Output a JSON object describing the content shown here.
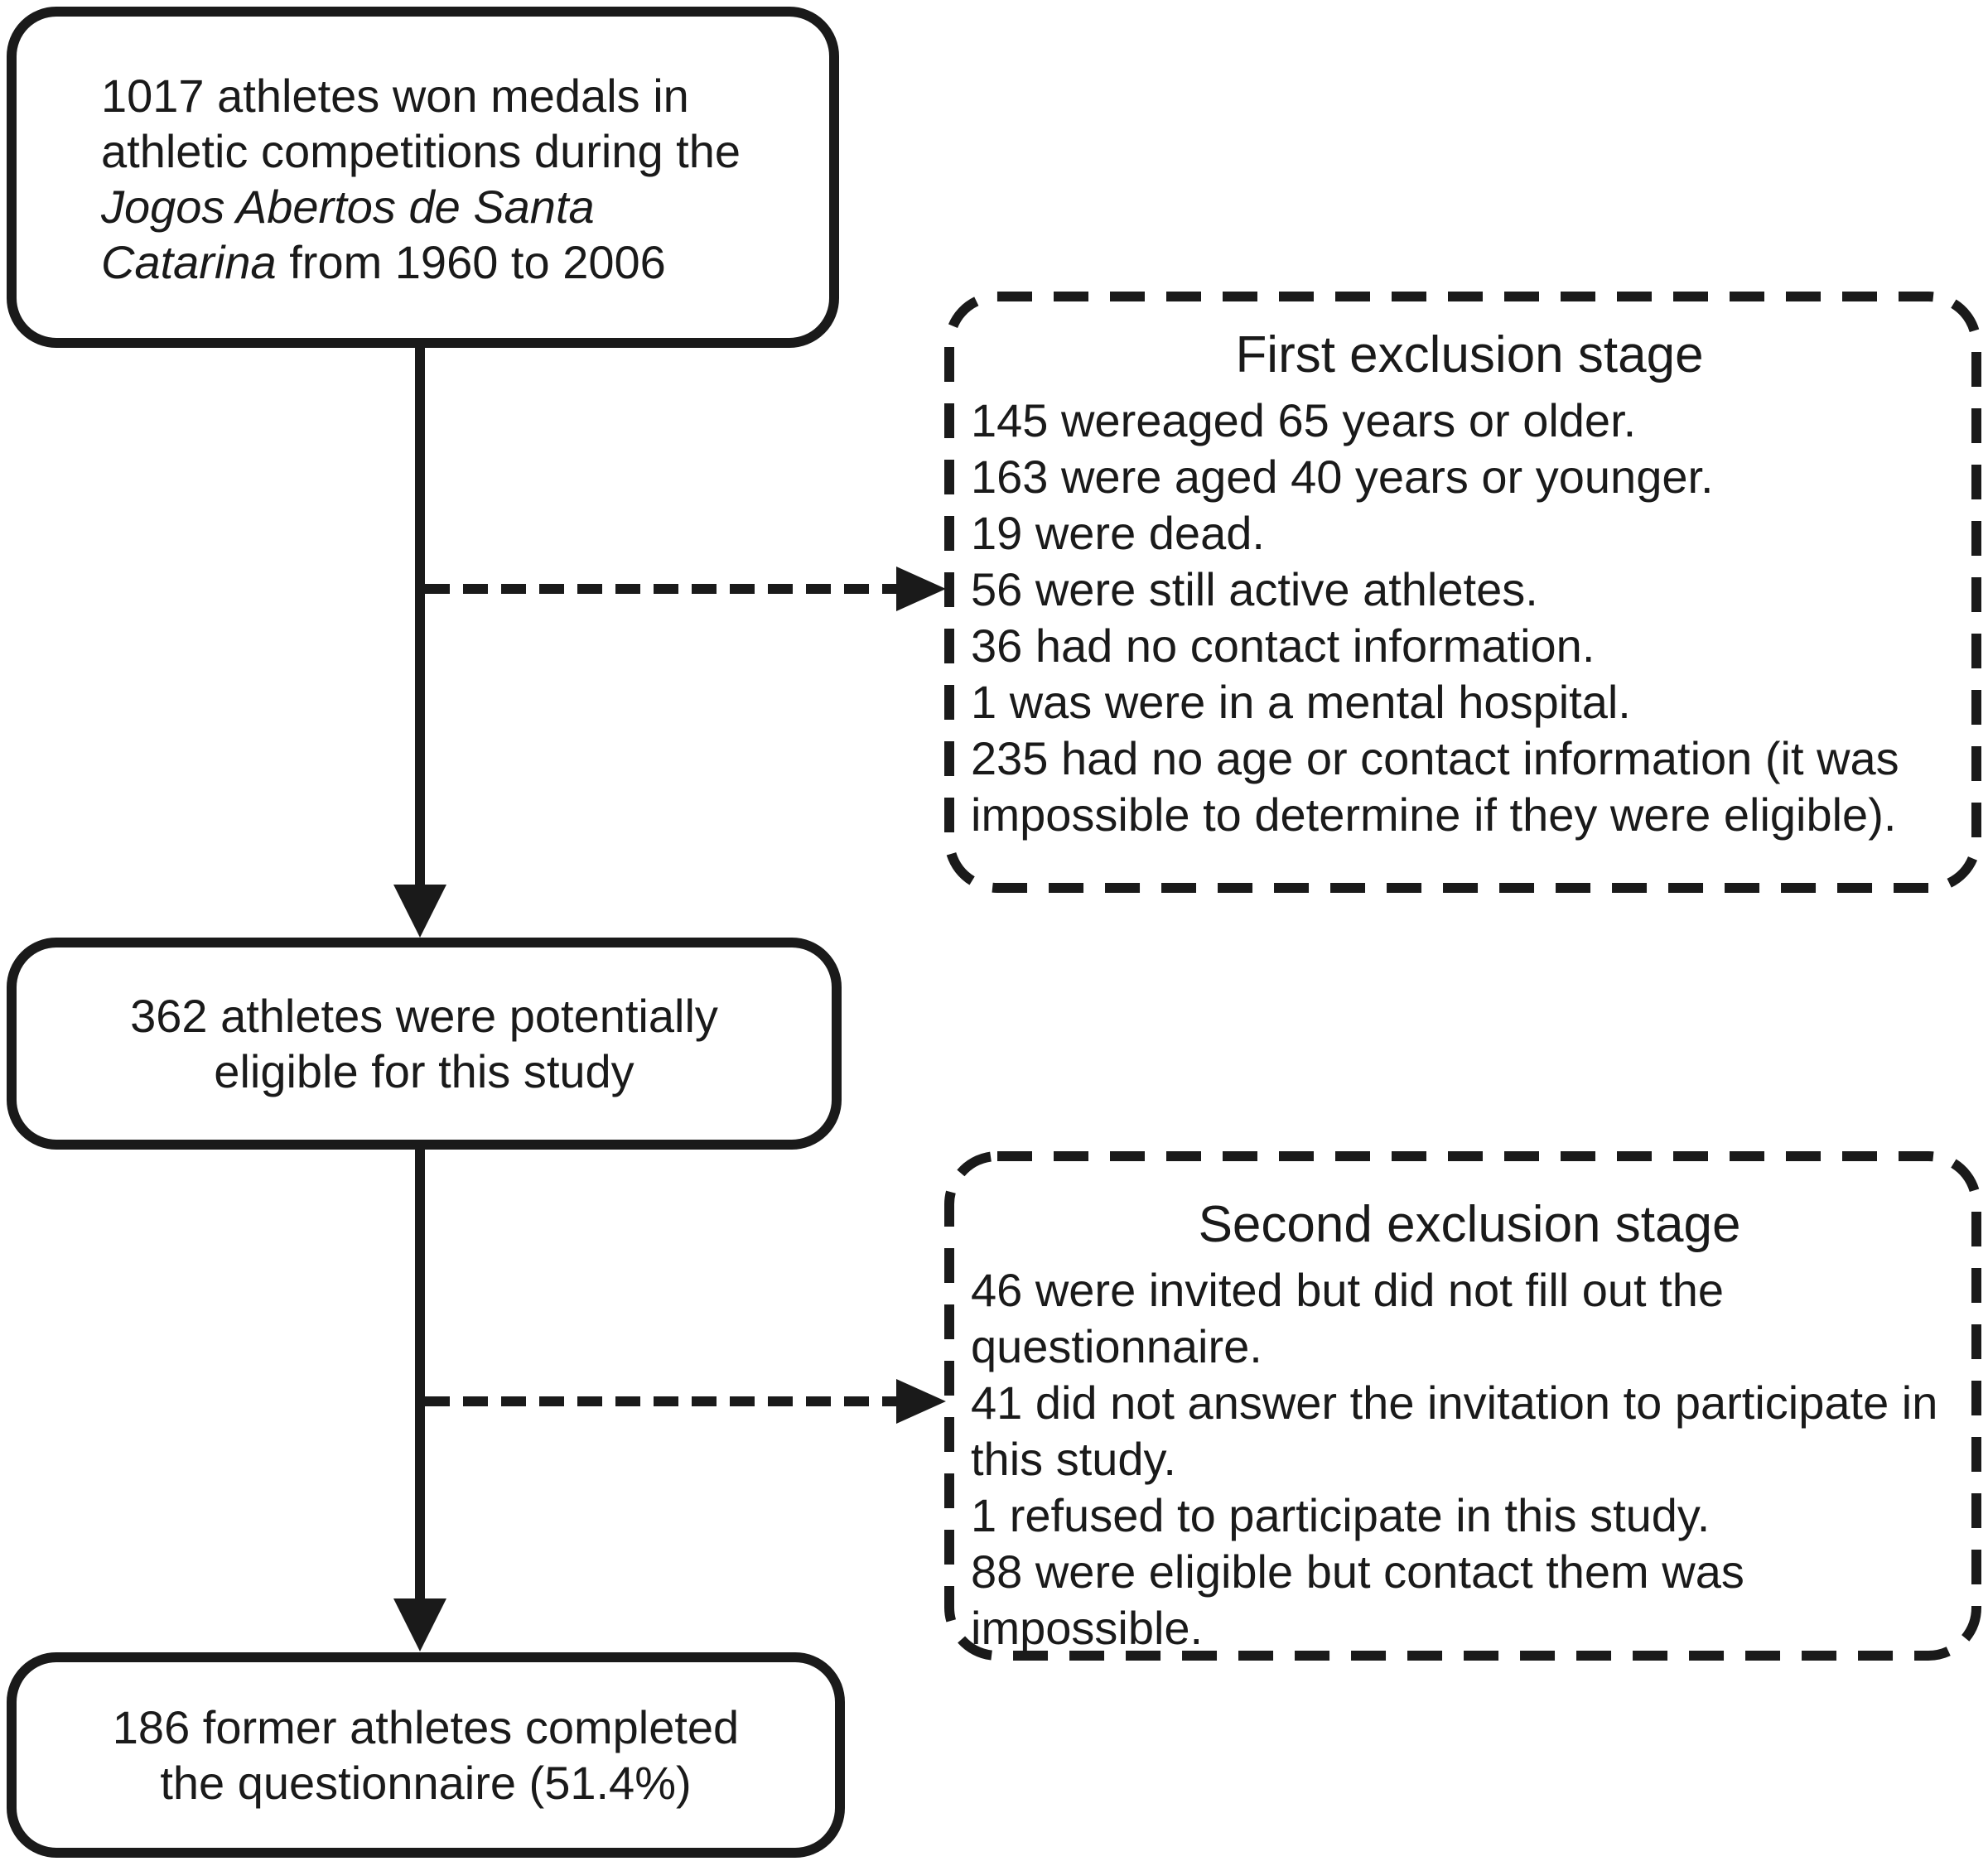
{
  "diagram": {
    "background": "#ffffff",
    "ink": "#1a1a1a"
  },
  "initial_box": {
    "lines": [
      "1017 athletes won medals in",
      "athletic competitions during the"
    ],
    "italic_line": "Jogos Abertos de Santa",
    "last_line_italic": "Catarina",
    "last_line_regular": " from 1960 to 2006"
  },
  "first_exclusion": {
    "title": "First exclusion stage",
    "items": [
      "145 wereaged 65 years or older.",
      "163 were aged 40 years or younger.",
      "19 were dead.",
      "56 were still active athletes.",
      "36 had no contact information.",
      "1 was were in a mental hospital.",
      "235 had no age or contact information (it was impossible to determine if they were eligible)."
    ]
  },
  "eligible_box": {
    "lines": [
      "362 athletes were potentially",
      "eligible for this study"
    ]
  },
  "second_exclusion": {
    "title": "Second exclusion stage",
    "items": [
      "46 were invited but did not fill out the questionnaire.",
      "41 did not answer the invitation to participate in this study.",
      "1 refused to participate in this study.",
      "88 were eligible but contact them was impossible."
    ]
  },
  "completed_box": {
    "lines": [
      "186 former athletes completed",
      "the questionnaire (51.4%)"
    ]
  }
}
